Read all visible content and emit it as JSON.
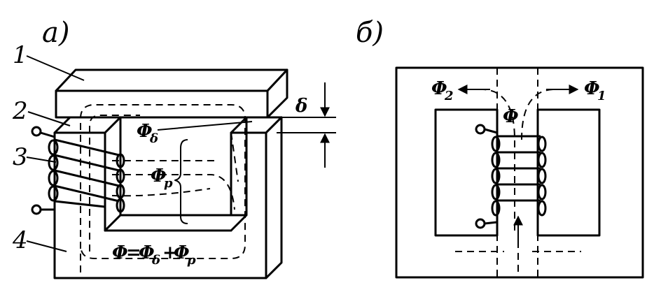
{
  "figure_a": {
    "label": "а)",
    "callouts": {
      "n1": "1",
      "n2": "2",
      "n3": "3",
      "n4": "4"
    },
    "gap_symbol": "δ",
    "flux_gap": {
      "main": "Φ",
      "sub": "δ"
    },
    "flux_leak": {
      "main": "Φ",
      "sub": "p"
    },
    "flux_total": {
      "lhs": "Φ",
      "eq": "=",
      "t1": "Φ",
      "t1sub": "δ",
      "plus": "+",
      "t2": "Φ",
      "t2sub": "p"
    }
  },
  "figure_b": {
    "label": "б)",
    "flux_center": "Φ",
    "flux_left": {
      "main": "Φ",
      "sub": "2"
    },
    "flux_right": {
      "main": "Φ",
      "sub": "1"
    }
  }
}
